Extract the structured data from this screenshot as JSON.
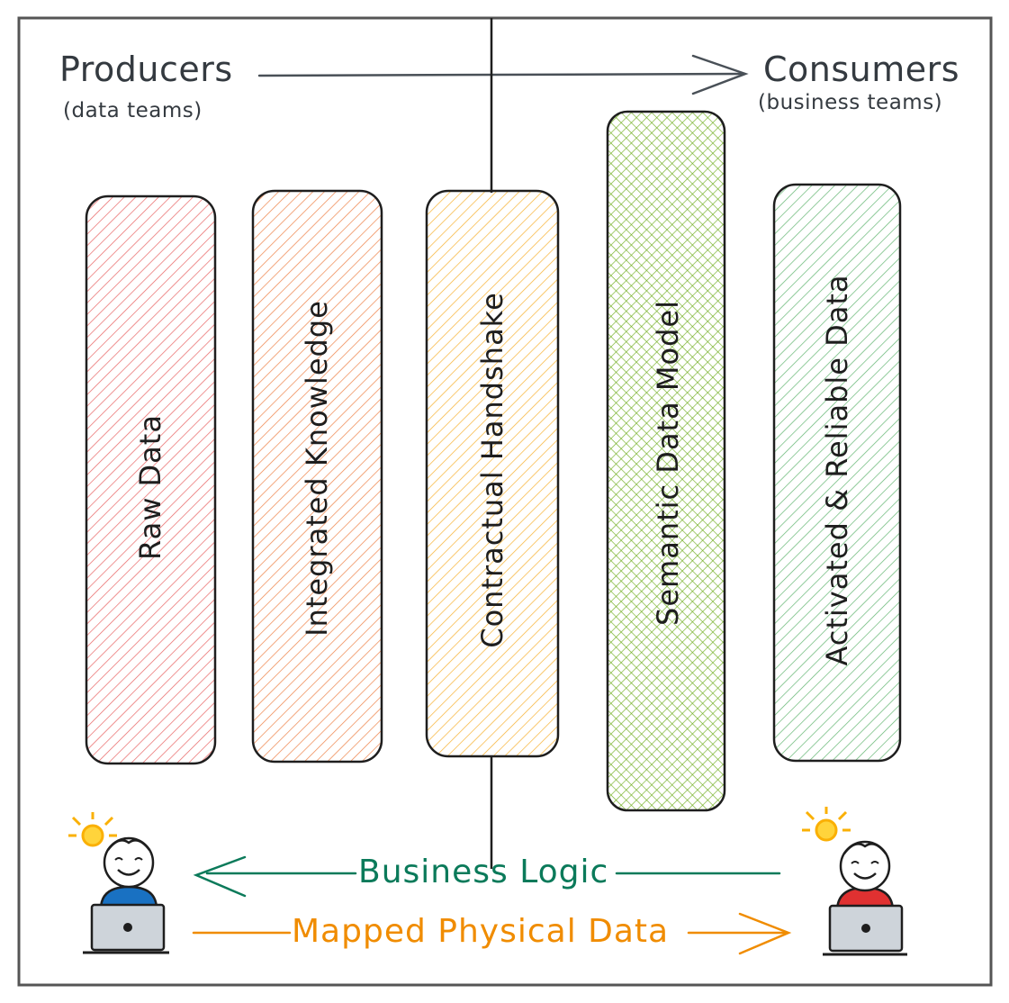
{
  "diagram": {
    "producers": {
      "title": "Producers",
      "subtitle": "(data teams)"
    },
    "consumers": {
      "title": "Consumers",
      "subtitle": "(business teams)"
    },
    "columns": [
      {
        "label": "Raw Data",
        "color": "#e03131"
      },
      {
        "label": "Integrated Knowledge",
        "color": "#e8590c"
      },
      {
        "label": "Contractual Handshake",
        "color": "#f08c00"
      },
      {
        "label": "Semantic Data Model",
        "color": "#66a80f"
      },
      {
        "label": "Activated & Reliable Data",
        "color": "#2f9e44"
      }
    ],
    "flows": {
      "business_logic": {
        "label": "Business Logic",
        "color": "#0b7a5a"
      },
      "mapped_physical_data": {
        "label": "Mapped Physical Data",
        "color": "#f08c00"
      }
    },
    "people": {
      "left": {
        "shirt_color": "#1971c2",
        "icon": "person-laptop-icon"
      },
      "right": {
        "shirt_color": "#e03131",
        "icon": "person-laptop-icon"
      }
    }
  }
}
